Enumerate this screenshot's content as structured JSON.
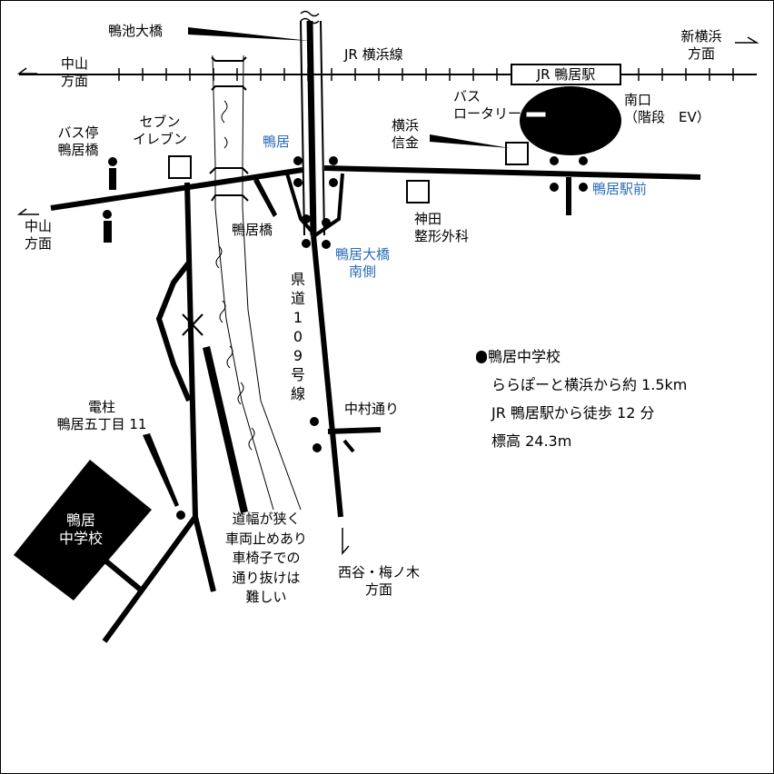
{
  "labels": {
    "kamoike_bridge": "鴨池大橋",
    "jr_line": "JR 横浜線",
    "shin_yokohama": [
      "新横浜",
      "方面"
    ],
    "nakayama_top": [
      "中山",
      "方面"
    ],
    "nakayama_left": [
      "中山",
      "方面"
    ],
    "jr_station": "JR 鴨居駅",
    "bus_rotary": [
      "バス",
      "ロータリー"
    ],
    "south_exit": [
      "南口",
      "（階段　EV）"
    ],
    "bus_stop": [
      "バス停",
      "鴨居橋"
    ],
    "seven_eleven": [
      "セブン",
      "イレブン"
    ],
    "kamoi_intersection": "鴨居",
    "yokohama_shinkin": [
      "横浜",
      "信金"
    ],
    "kamoi_ekimae": "鴨居駅前",
    "kamoi_bridge": "鴨居橋",
    "kanda_clinic": [
      "神田",
      "整形外科"
    ],
    "bridge_south": [
      "鴨居大橋",
      "南側"
    ],
    "prefectural_road": [
      "県",
      "道",
      "1",
      "0",
      "9",
      "号",
      "線"
    ],
    "nakamura_street": "中村通り",
    "utility_pole": [
      "電柱",
      "鴨居五丁目 11"
    ],
    "school": [
      "鴨居",
      "中学校"
    ],
    "narrow_road": [
      "道幅が狭く",
      "車両止めあり",
      "車椅子での",
      "通り抜けは",
      "難しい"
    ],
    "nishiya": [
      "西谷・梅ノ木",
      "方面"
    ]
  },
  "info": {
    "title": "●鴨居中学校",
    "line1": "ららぽーと横浜から約 1.5km",
    "line2": "JR 鴨居駅から徒歩 12 分",
    "line3": "標高 24.3m"
  },
  "colors": {
    "ink": "#000000",
    "accent": "#2b6cb8",
    "paper": "#ffffff"
  }
}
